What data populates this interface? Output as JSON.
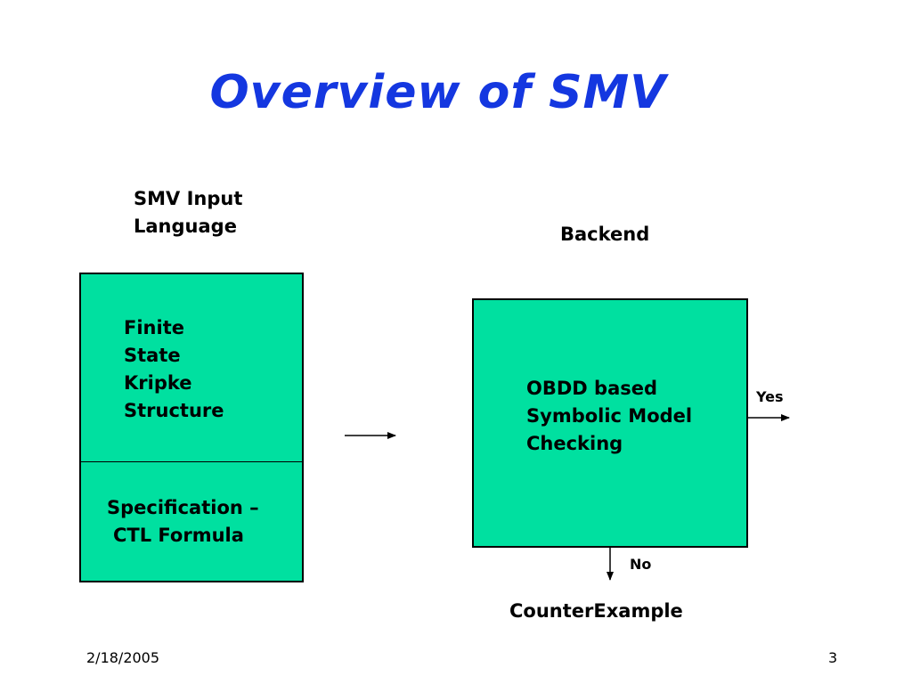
{
  "slide": {
    "title": "Overview of SMV",
    "left_header_line1": "SMV Input",
    "left_header_line2": "Language",
    "right_header": "Backend",
    "model_lines": [
      "Finite",
      "State",
      "Kripke",
      "Structure"
    ],
    "spec_line1": "Specification –",
    "spec_line2": "CTL Formula",
    "backend_lines": [
      "OBDD based",
      "Symbolic Model",
      "Checking"
    ],
    "yes_label": "Yes",
    "no_label": "No",
    "counterexample_label": "CounterExample",
    "footer_date": "2/18/2005",
    "page_number": "3"
  },
  "colors": {
    "title": "#1437e0",
    "box_fill": "#00e0a0",
    "stroke": "#000000"
  }
}
